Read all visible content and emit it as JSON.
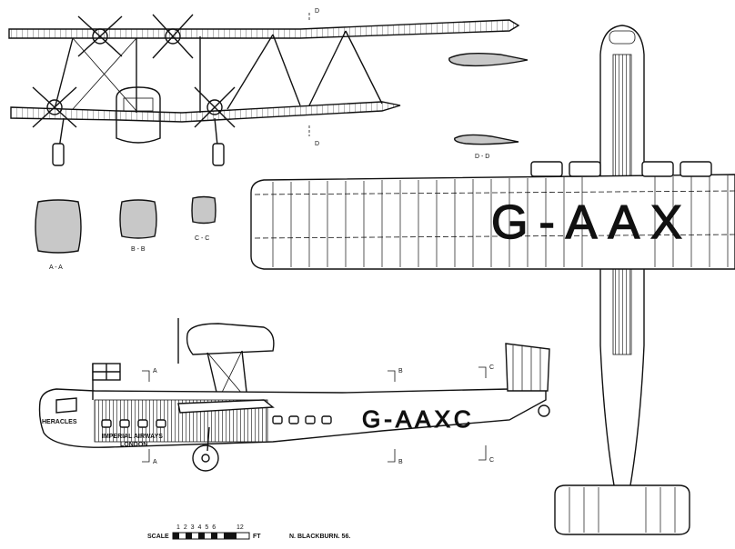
{
  "front_view": {
    "section_mark_top": "D",
    "section_mark_bottom": "D"
  },
  "airfoil_section": {
    "label": "D - D"
  },
  "fuselage_sections": [
    {
      "label": "A - A"
    },
    {
      "label": "B - B"
    },
    {
      "label": "C - C"
    }
  ],
  "plan_view": {
    "registration": "G-AAX"
  },
  "side_view": {
    "registration": "G-AAXC",
    "aircraft_name": "HERACLES",
    "livery_line1": "IMPERIAL AIRWAYS",
    "livery_line2": "LONDON",
    "section_marks": [
      "A",
      "A",
      "B",
      "B",
      "C",
      "C"
    ]
  },
  "scale_bar": {
    "label": "SCALE",
    "numbers": "1 2 3 4 5 6",
    "end_number": "12",
    "unit": "FT",
    "credit": "N. BLACKBURN. 56."
  },
  "colors": {
    "ink": "#111111",
    "section_fill": "#c8c8c8",
    "stripe": "#9a9a9a"
  }
}
